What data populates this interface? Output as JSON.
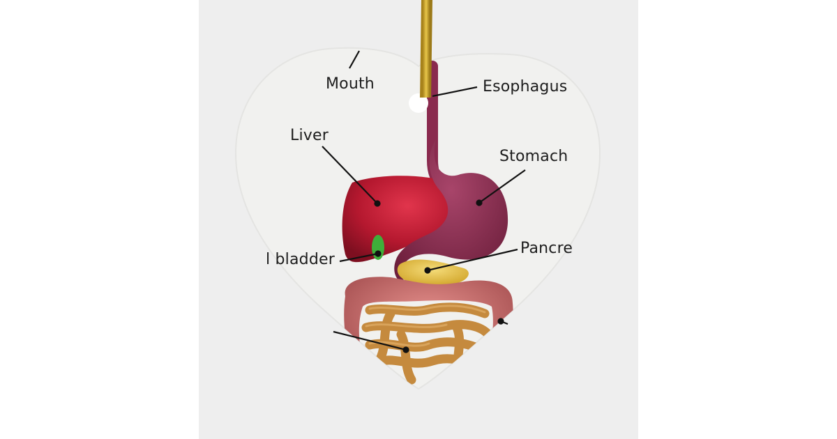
{
  "image": {
    "subject": "Heart-shaped ceramic ornament with digestive system diagram",
    "background_color": "#ffffff",
    "panel_color": "#eeeeee",
    "ornament_color": "#f1f1ef",
    "ribbon_color": "#c9a227"
  },
  "labels": {
    "mouth": "Mouth",
    "esophagus": "Esophagus",
    "liver": "Liver",
    "stomach": "Stomach",
    "gallbladder": "l bladder",
    "pancreas": "Pancre"
  },
  "organs": [
    {
      "name": "liver",
      "color": "#b5182f"
    },
    {
      "name": "stomach",
      "color": "#8e2a4f"
    },
    {
      "name": "gallbladder",
      "color": "#3fae3a"
    },
    {
      "name": "pancreas",
      "color": "#e6c040"
    },
    {
      "name": "large-intestine",
      "color": "#c7706e"
    },
    {
      "name": "small-intestine",
      "color": "#c58a3e"
    }
  ]
}
